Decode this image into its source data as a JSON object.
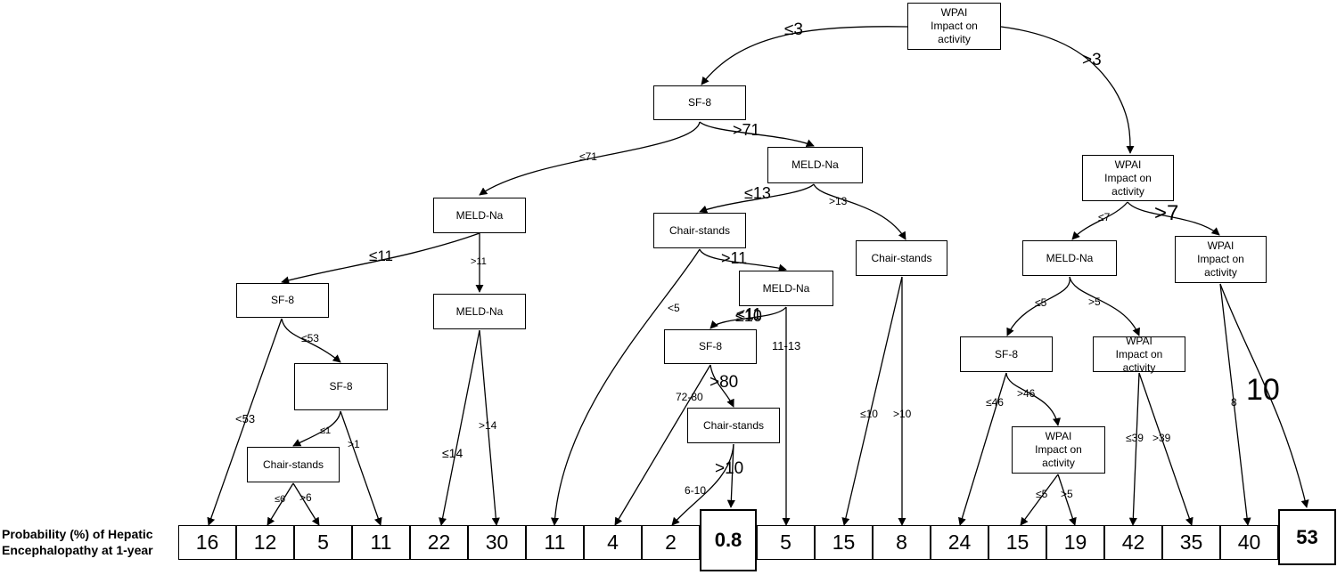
{
  "nodes": {
    "n1": "WPAI\nImpact on\nactivity",
    "n2": "SF-8",
    "n3": "WPAI\nImpact on\nactivity",
    "n4": "MELD-Na",
    "n5": "MELD-Na",
    "n6": "Chair-stands",
    "n7": "Chair-stands",
    "n8": "MELD-Na",
    "n9": "WPAI\nImpact on\nactivity",
    "n10": "SF-8",
    "n11": "MELD-Na",
    "n12": "MELD-Na",
    "n13": "SF-8",
    "n14": "SF-8",
    "n15": "WPAI\nImpact on\nactivity",
    "n16": "SF-8",
    "n17": "Chair-stands",
    "n18": "Chair-stands",
    "n19": "WPAI\nImpact on\nactivity"
  },
  "edge_labels": {
    "e1": "≤3",
    "e2": ">3",
    "e3": "≤71",
    "e4": ">71",
    "e5": "≤13",
    "e6": ">13",
    "e7": "≤7",
    "e8": ">7",
    "e9": "≤11",
    "e10": ">11",
    "e11": "≤5",
    "e12": ">5",
    "e13": "≤11",
    "e14": ">11",
    "e15": "≤53",
    "e16": "<53",
    "e17": "≤14",
    "e18": ">14",
    "e19": "<5",
    "e20": "≤10",
    "e21": "11-13",
    "e22": "≤10",
    "e23": ">10",
    "e24": "8",
    "e25": "10",
    "e26": "≤1",
    "e27": ">1",
    "e28": "72-80",
    "e29": ">80",
    "e30": "≤46",
    "e31": ">46",
    "e32": "≤39",
    "e33": ">39",
    "e34": "≤6",
    "e35": ">6",
    "e36": "6-10",
    "e37": ">10",
    "e38": "≤5",
    "e39": ">5"
  },
  "leaves": [
    "16",
    "12",
    "5",
    "11",
    "22",
    "30",
    "11",
    "4",
    "2",
    "0.8",
    "5",
    "15",
    "8",
    "24",
    "15",
    "19",
    "42",
    "35",
    "40",
    "53"
  ],
  "row_label": "Probability (%) of Hepatic\nEncephalopathy at 1-year"
}
